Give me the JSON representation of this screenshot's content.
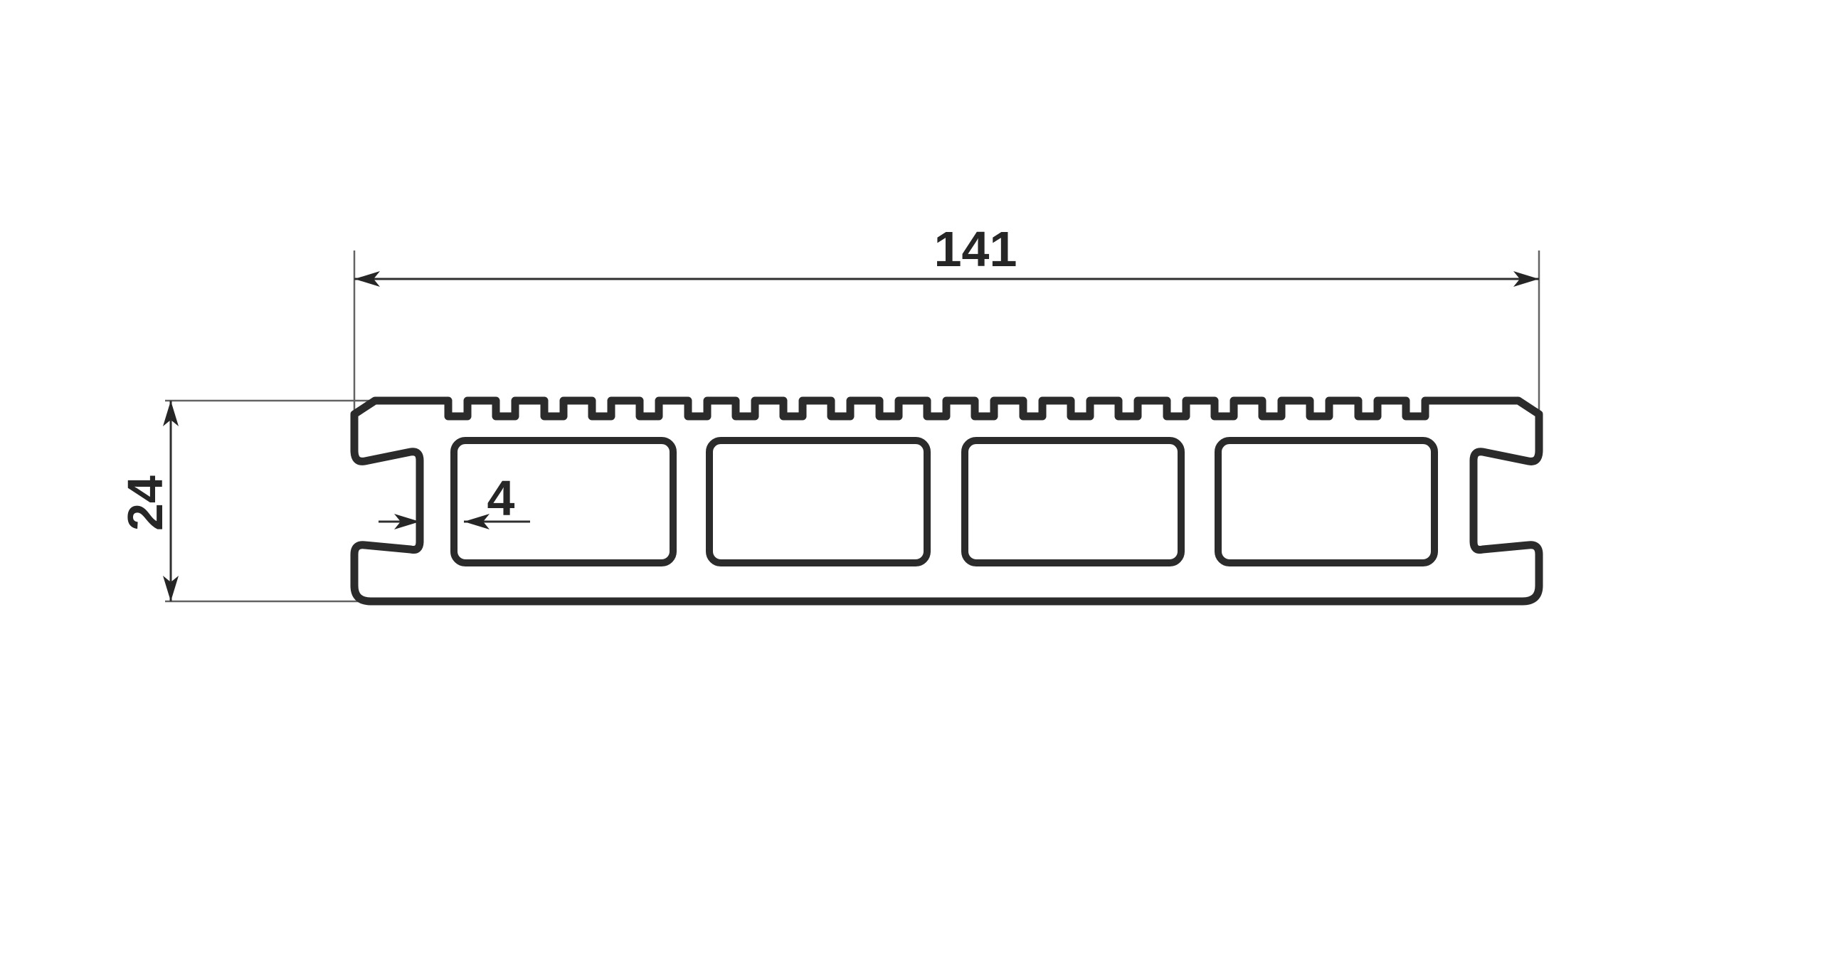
{
  "drawing": {
    "kind": "decking board profile cross-section",
    "background_color": "#ffffff",
    "line_color": "#2b2b2b",
    "dimension_line_color": "#2f2f2f",
    "extension_line_color": "#636363",
    "text_color": "#262626",
    "dimensions": {
      "overall_width": "141",
      "overall_height": "24",
      "wall_thickness": "4"
    },
    "features": {
      "hollow_chambers": 4,
      "top_grooves": 21,
      "side_clip_grooves": 2
    }
  }
}
